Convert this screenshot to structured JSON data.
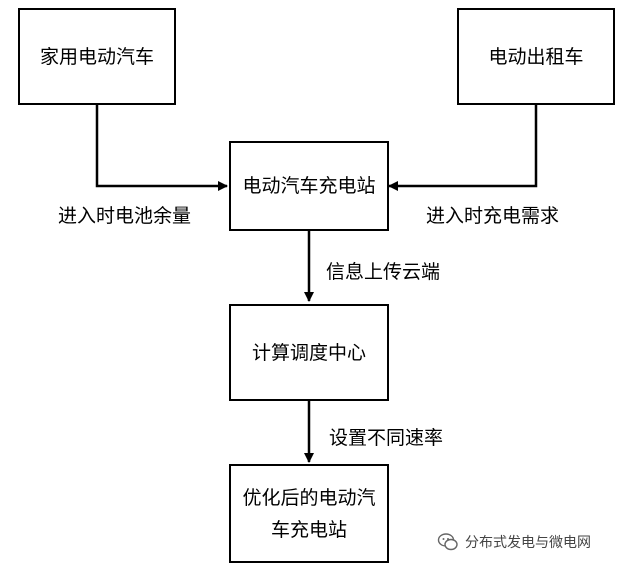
{
  "nodes": {
    "home_ev": "家用电动汽车",
    "taxi": "电动出租车",
    "station": "电动汽车充电站",
    "dispatch": "计算调度中心",
    "optimized": [
      "优化后的电动汽",
      "车充电站"
    ]
  },
  "edges": {
    "home_to_station": "进入时电池余量",
    "taxi_to_station": "进入时充电需求",
    "station_to_dispatch": "信息上传云端",
    "dispatch_to_optimized": "设置不同速率"
  },
  "watermark": {
    "text": "分布式发电与微电网",
    "icon": "wechat-icon"
  }
}
